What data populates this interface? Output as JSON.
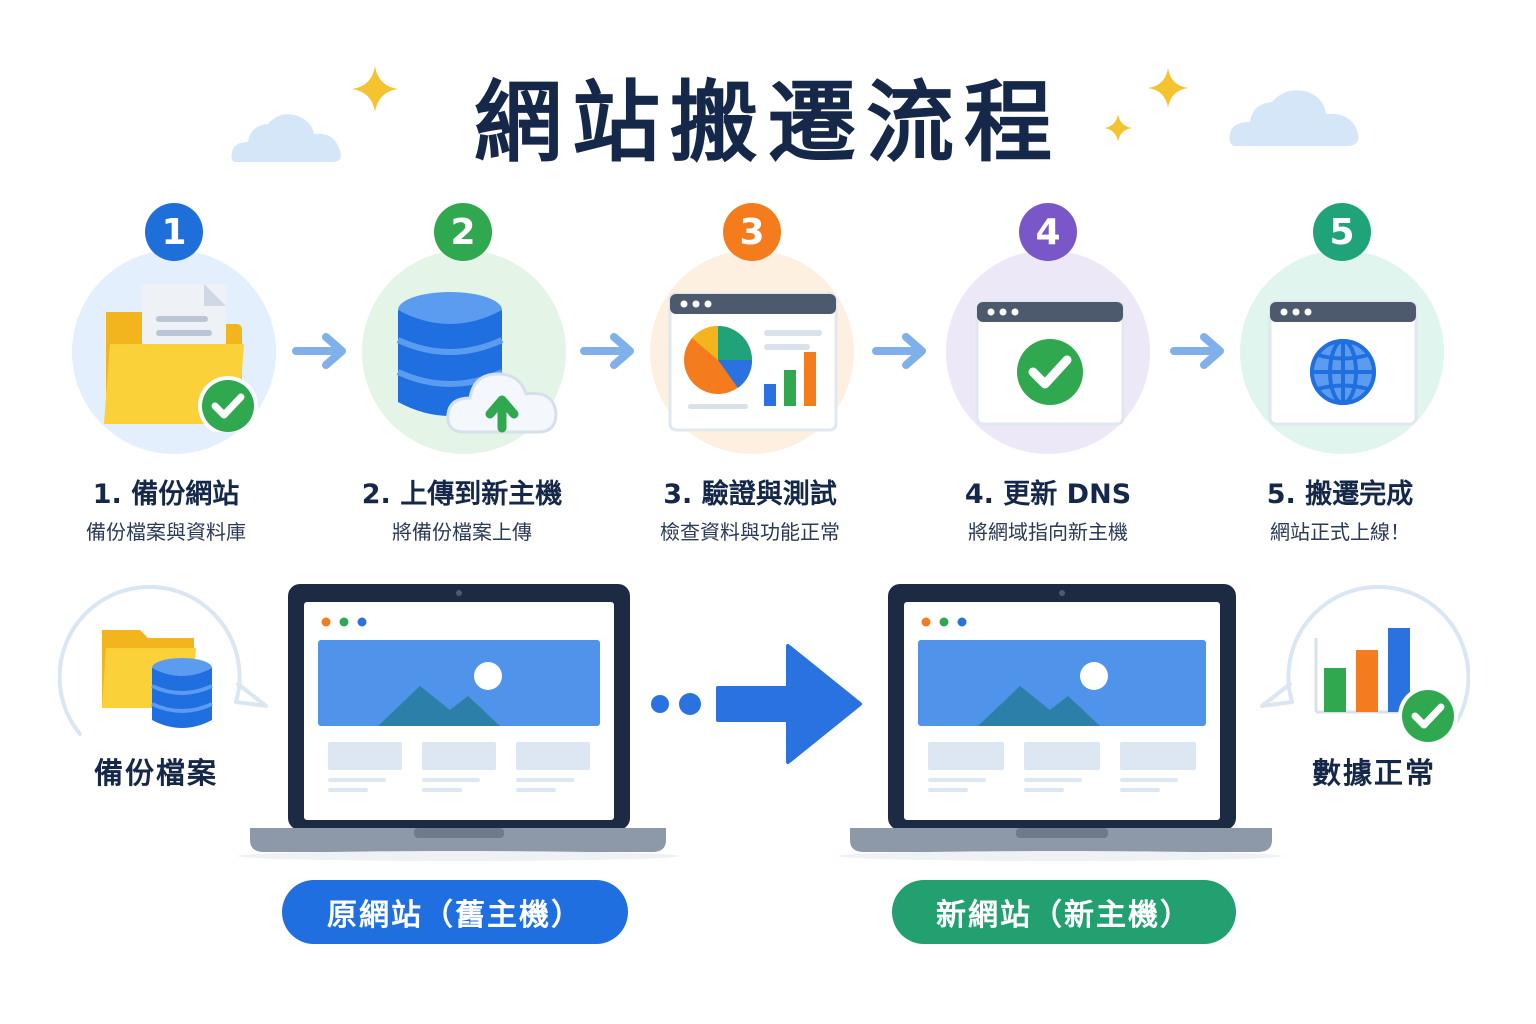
{
  "title": "網站搬遷流程",
  "steps": [
    {
      "num": "1",
      "title": "1. 備份網站",
      "subtitle": "備份檔案與資料庫",
      "color": "#1e6fd9",
      "halo": "#e3effc",
      "icon": "folder-document-icon"
    },
    {
      "num": "2",
      "title": "2. 上傳到新主機",
      "subtitle": "將備份檔案上傳",
      "color": "#2fa84f",
      "halo": "#e4f5e8",
      "icon": "database-upload-icon"
    },
    {
      "num": "3",
      "title": "3. 驗證與測試",
      "subtitle": "檢查資料與功能正常",
      "color": "#f47c1c",
      "halo": "#fdf0e1",
      "icon": "dashboard-chart-icon"
    },
    {
      "num": "4",
      "title": "4. 更新 DNS",
      "subtitle": "將網域指向新主機",
      "color": "#7a57c9",
      "halo": "#ede8f8",
      "icon": "browser-check-icon"
    },
    {
      "num": "5",
      "title": "5. 搬遷完成",
      "subtitle": "網站正式上線！",
      "color": "#21a37a",
      "halo": "#e0f5ee",
      "icon": "browser-globe-icon"
    }
  ],
  "bottom": {
    "left_label": "備份檔案",
    "right_label": "數據正常",
    "old_site": "原網站（舊主機）",
    "new_site": "新網站（新主機）",
    "old_color": "#1f6fe0",
    "new_color": "#22a06f"
  }
}
